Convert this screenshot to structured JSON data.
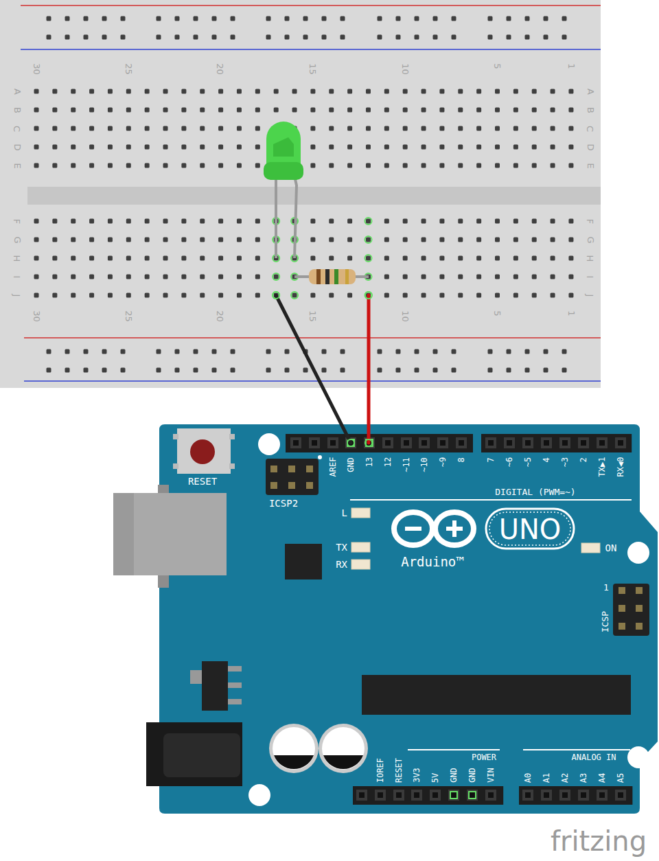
{
  "diagram": {
    "labels": [
      "30",
      "25",
      "20",
      "15",
      "10",
      "5",
      "1",
      "A",
      "B",
      "C",
      "D",
      "E",
      "A",
      "B",
      "C",
      "D",
      "E",
      "F",
      "G",
      "H",
      "I",
      "J",
      "F",
      "G",
      "H",
      "I",
      "J",
      "30",
      "25",
      "20",
      "15",
      "10",
      "5",
      "1",
      "RESET",
      "ICSP2",
      "AREF",
      "GND",
      "13",
      "12",
      "~11",
      "~10",
      "~9",
      "8",
      "7",
      "~6",
      "~5",
      "4",
      "~3",
      "2",
      "TX▶1",
      "RX◀0",
      "DIGITAL (PWM=~)",
      "L",
      "TX",
      "RX",
      "UNO",
      "Arduino™",
      "ON",
      "1",
      "ICSP",
      "POWER",
      "ANALOG IN",
      "IOREF",
      "RESET",
      "3V3",
      "5V",
      "GND",
      "GND",
      "VIN",
      "A0",
      "A1",
      "A2",
      "A3",
      "A4",
      "A5",
      "fritzing"
    ]
  }
}
